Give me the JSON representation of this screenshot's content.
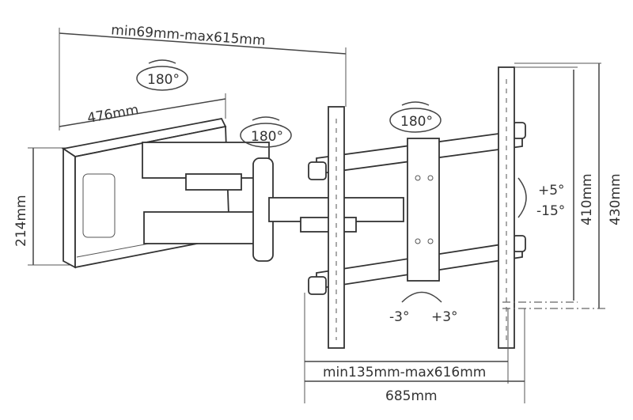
{
  "title": "TV wall mount dimension diagram",
  "dimensions": {
    "arm_extension": "min69mm-max615mm",
    "wall_plate_width": "476mm",
    "wall_plate_height": "214mm",
    "vesa_vertical_inner": "410mm",
    "vesa_vertical_outer": "430mm",
    "vesa_horizontal_range": "min135mm-max616mm",
    "vesa_horizontal_total": "685mm"
  },
  "rotations": {
    "swivel_wall": "180°",
    "swivel_arm": "180°",
    "swivel_head": "180°",
    "tilt_up": "+5°",
    "tilt_down": "-15°",
    "level_left": "-3°",
    "level_right": "+3°"
  },
  "colors": {
    "line": "#444444",
    "background": "#ffffff"
  }
}
